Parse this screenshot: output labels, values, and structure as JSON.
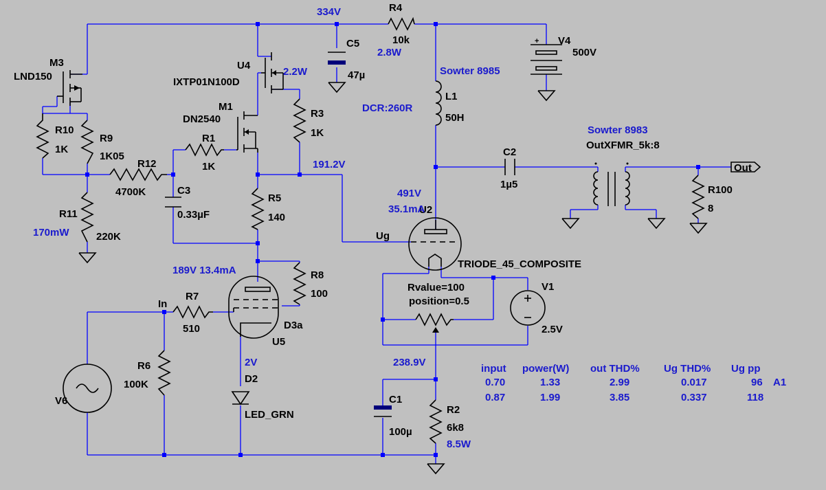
{
  "nets": {
    "b_plus": "334V",
    "n191": "191.2V",
    "plate": "491V",
    "cathode": "238.9V",
    "u5_plate": "189V 13.4mA",
    "led": "2V",
    "u2_current": "35.1mA"
  },
  "annotations": {
    "r4_power": "2.8W",
    "u4_power": "2.2W",
    "r11_power": "170mW",
    "r2_power": "8.5W",
    "l1_model": "Sowter 8985",
    "l1_dcr": "DCR:260R",
    "t1_model": "Sowter 8983"
  },
  "components": {
    "r4": {
      "name": "R4",
      "value": "10k"
    },
    "c5": {
      "name": "C5",
      "value": "47µ"
    },
    "v4": {
      "name": "V4",
      "value": "500V"
    },
    "m3": {
      "name": "M3",
      "value": "LND150"
    },
    "u4": {
      "name": "U4",
      "value": "IXTP01N100D"
    },
    "m1": {
      "name": "M1",
      "value": "DN2540"
    },
    "r10": {
      "name": "R10",
      "value": "1K"
    },
    "r9": {
      "name": "R9",
      "value": "1K05"
    },
    "r12": {
      "name": "R12",
      "value": "4700K"
    },
    "r1": {
      "name": "R1",
      "value": "1K"
    },
    "r3": {
      "name": "R3",
      "value": "1K"
    },
    "l1": {
      "name": "L1",
      "value": "50H"
    },
    "c2": {
      "name": "C2",
      "value": "1µ5"
    },
    "t1": {
      "value": "OutXFMR_5k:8"
    },
    "out": {
      "label": "Out"
    },
    "r100": {
      "name": "R100",
      "value": "8"
    },
    "c3": {
      "name": "C3",
      "value": "0.33µF"
    },
    "r5": {
      "name": "R5",
      "value": "140"
    },
    "r11": {
      "name": "R11",
      "value": "220K"
    },
    "u2": {
      "name": "U2",
      "value": "TRIODE_45_COMPOSITE"
    },
    "ug": {
      "label": "Ug"
    },
    "r8": {
      "name": "R8",
      "value": "100"
    },
    "u5": {
      "name": "U5",
      "value": "D3a"
    },
    "r7": {
      "name": "R7",
      "value": "510"
    },
    "in": {
      "label": "In"
    },
    "pot": {
      "rvalue": "Rvalue=100",
      "position": "position=0.5"
    },
    "v1": {
      "name": "V1",
      "value": "2.5V"
    },
    "r6": {
      "name": "R6",
      "value": "100K"
    },
    "v6": {
      "name": "V6"
    },
    "d2": {
      "name": "D2",
      "value": "LED_GRN"
    },
    "c1": {
      "name": "C1",
      "value": "100µ"
    },
    "r2": {
      "name": "R2",
      "value": "6k8"
    }
  },
  "results_table": {
    "headers": [
      "input",
      "power(W)",
      "out THD%",
      "Ug THD%",
      "Ug pp"
    ],
    "rows": [
      [
        "0.70",
        "1.33",
        "2.99",
        "0.017",
        "96"
      ],
      [
        "0.87",
        "1.99",
        "3.85",
        "0.337",
        "118"
      ]
    ],
    "tag": "A1"
  }
}
